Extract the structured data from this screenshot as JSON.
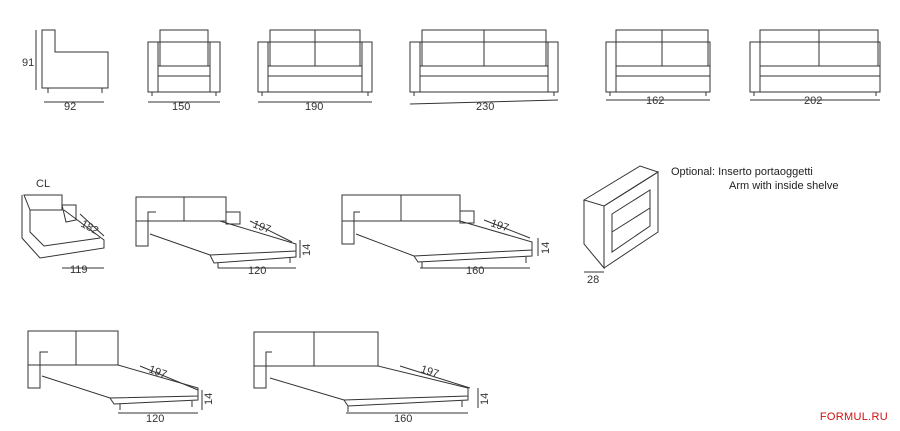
{
  "dims": {
    "armchair_side_height": "91",
    "armchair_side_width": "92",
    "armchair": "150",
    "sofa_190": "190",
    "sofa_230": "230",
    "sofa_162": "162",
    "sofa_202": "202",
    "cl_label": "CL",
    "cl_depth": "182",
    "cl_width": "119",
    "bed120_length": "197",
    "bed120_height": "14",
    "bed120_width": "120",
    "bed160_length": "197",
    "bed160_height": "14",
    "bed160_width": "160",
    "bed120b_length": "197",
    "bed120b_height": "14",
    "bed120b_width": "120",
    "bed160b_length": "197",
    "bed160b_height": "14",
    "bed160b_width": "160",
    "shelf_width": "28"
  },
  "optional": {
    "prefix": "Optional:",
    "line1": "Inserto portaoggetti",
    "line2": "Arm with inside shelve"
  },
  "brand": "FORMUL.RU",
  "colors": {
    "line": "#333333",
    "brand": "#d01010"
  }
}
